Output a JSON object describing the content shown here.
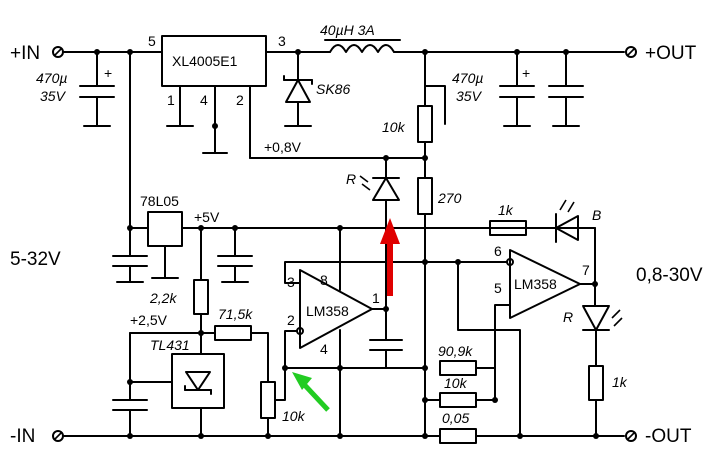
{
  "terminals": {
    "in_pos": "+IN",
    "in_neg": "-IN",
    "out_pos": "+OUT",
    "out_neg": "-OUT"
  },
  "ranges": {
    "input": "5-32V",
    "output": "0,8-30V"
  },
  "ic_main": {
    "name": "XL4005E1",
    "pin5": "5",
    "pin3": "3",
    "pin1": "1",
    "pin4": "4",
    "pin2": "2"
  },
  "inductor": {
    "label": "40µH  3A"
  },
  "diode": {
    "label": "SK86"
  },
  "cap_in": {
    "value": "470µ",
    "voltage": "35V",
    "plus": "+"
  },
  "cap_out": {
    "value": "470µ",
    "voltage": "35V",
    "plus": "+"
  },
  "reg": {
    "name": "78L05",
    "v5": "+5V"
  },
  "fb": {
    "label": "+0,8V"
  },
  "r_top": {
    "label": "10k"
  },
  "r_270": {
    "label": "270"
  },
  "led_r1": {
    "label": "R"
  },
  "led_r2": {
    "label": "R"
  },
  "led_b": {
    "label": "B"
  },
  "r_1k_a": {
    "label": "1k"
  },
  "r_1k_b": {
    "label": "1k"
  },
  "opamp1": {
    "name": "LM358",
    "p8": "8",
    "p3": "3",
    "p2": "2",
    "p4": "4",
    "p1": "1"
  },
  "opamp2": {
    "name": "LM358",
    "p6": "6",
    "p5": "5",
    "p7": "7"
  },
  "ref": {
    "name": "TL431",
    "v25": "+2,5V",
    "r22": "2,2k",
    "r715": "71,5k",
    "pot": "10k"
  },
  "r_909": {
    "label": "90,9k"
  },
  "r_10k": {
    "label": "10k"
  },
  "r_shunt": {
    "label": "0,05"
  }
}
